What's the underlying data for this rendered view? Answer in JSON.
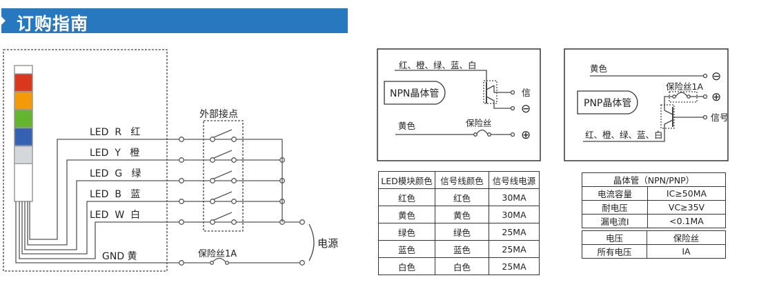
{
  "header": {
    "title": "订购指南"
  },
  "wiring": {
    "rows": [
      {
        "label": "LED  R   红",
        "led": "#d9381e"
      },
      {
        "label": "LED  Y   橙",
        "led": "#f39a0b"
      },
      {
        "label": "LED  G   绿",
        "led": "#63b530"
      },
      {
        "label": "LED  B   蓝",
        "led": "#3462b3"
      },
      {
        "label": "LED  W  白",
        "led": "#d4d8da"
      }
    ],
    "gnd_label": "GND  黄",
    "contacts_label": "外部接点",
    "fuse_label": "保险丝1A",
    "power_label": "电源"
  },
  "npn": {
    "wires_label": "红、橙、绿、蓝、白",
    "name": "NPN晶体管",
    "signal": "信",
    "minus": "⊖",
    "yellow": "黄色",
    "fuse": "保险丝",
    "plus": "⊕"
  },
  "pnp": {
    "yellow": "黄色",
    "minus": "⊖",
    "fuse": "保险丝1A",
    "plus": "⊕",
    "name": "PNP晶体管",
    "signal": "信号",
    "wires_label": "红、橙、绿、蓝、白"
  },
  "led_table": {
    "headers": [
      "LED模块颜色",
      "信号线颜色",
      "信号线电源"
    ],
    "rows": [
      [
        "红色",
        "红色",
        "30MA"
      ],
      [
        "黄色",
        "黄色",
        "30MA"
      ],
      [
        "绿色",
        "绿色",
        "25MA"
      ],
      [
        "蓝色",
        "蓝色",
        "25MA"
      ],
      [
        "白色",
        "白色",
        "25MA"
      ]
    ]
  },
  "transistor_table": {
    "title": "晶体管（NPN/PNP）",
    "rows": [
      [
        "电流容量",
        "IC≥50MA"
      ],
      [
        "耐电压",
        "VC≥35V"
      ],
      [
        "漏电流I",
        "<0.1MA"
      ]
    ]
  },
  "fuse_table": {
    "rows": [
      [
        "电压",
        "保险丝"
      ],
      [
        "所有电压",
        "IA"
      ]
    ]
  }
}
